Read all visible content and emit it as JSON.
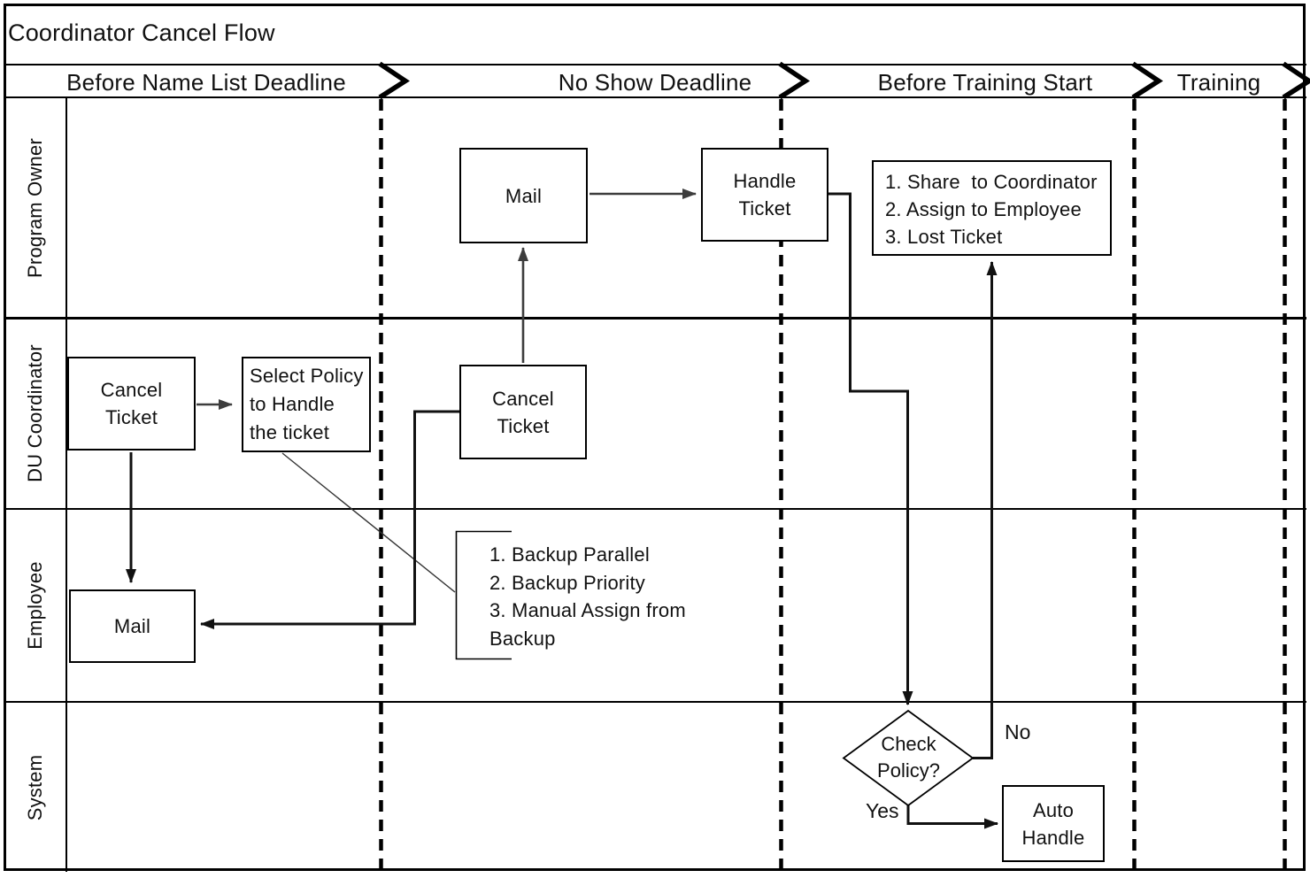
{
  "title": "Coordinator Cancel Flow",
  "phases": [
    {
      "label": "Before Name List Deadline"
    },
    {
      "label": "No Show Deadline"
    },
    {
      "label": "Before Training Start"
    },
    {
      "label": "Training"
    }
  ],
  "lanes": [
    {
      "label": "Program Owner"
    },
    {
      "label": "DU Coordinator"
    },
    {
      "label": "Employee"
    },
    {
      "label": "System"
    }
  ],
  "nodes": {
    "po_mail": {
      "label": "Mail"
    },
    "po_handle_ticket": {
      "line1": "Handle",
      "line2": "Ticket"
    },
    "po_note": {
      "line1": "1. Share  to Coordinator",
      "line2": "2. Assign to Employee",
      "line3": "3. Lost Ticket"
    },
    "du_cancel_ticket_1": {
      "line1": "Cancel",
      "line2": "Ticket"
    },
    "du_select_policy": {
      "line1": "Select Policy",
      "line2": "to Handle",
      "line3": "the ticket"
    },
    "du_cancel_ticket_2": {
      "line1": "Cancel",
      "line2": "Ticket"
    },
    "emp_mail": {
      "label": "Mail"
    },
    "emp_note": {
      "line1": "1. Backup Parallel",
      "line2": "2. Backup Priority",
      "line3": "3. Manual Assign from",
      "line4": "Backup"
    },
    "sys_check_policy": {
      "line1": "Check",
      "line2": "Policy?"
    },
    "sys_auto_handle": {
      "line1": "Auto",
      "line2": "Handle"
    }
  },
  "edge_labels": {
    "no": "No",
    "yes": "Yes"
  },
  "colors": {
    "line": "#000000",
    "text": "#111111",
    "background": "#ffffff"
  }
}
